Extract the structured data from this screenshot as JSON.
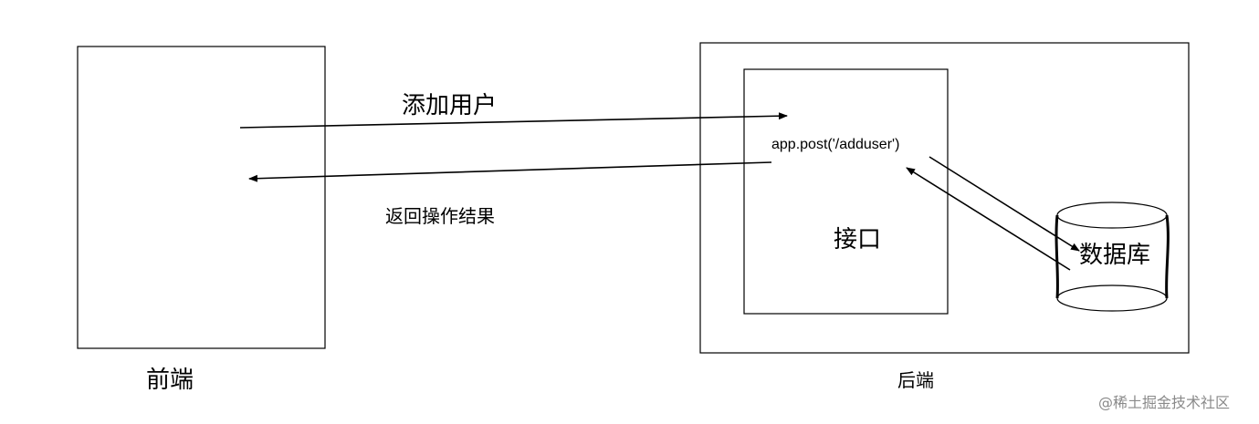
{
  "diagram": {
    "frontend_label": "前端",
    "backend_label": "后端",
    "request_label": "添加用户",
    "response_label": "返回操作结果",
    "api_route_label": "app.post('/adduser')",
    "api_box_label": "接口",
    "database_label": "数据库"
  },
  "watermark": "@稀土掘金技术社区"
}
